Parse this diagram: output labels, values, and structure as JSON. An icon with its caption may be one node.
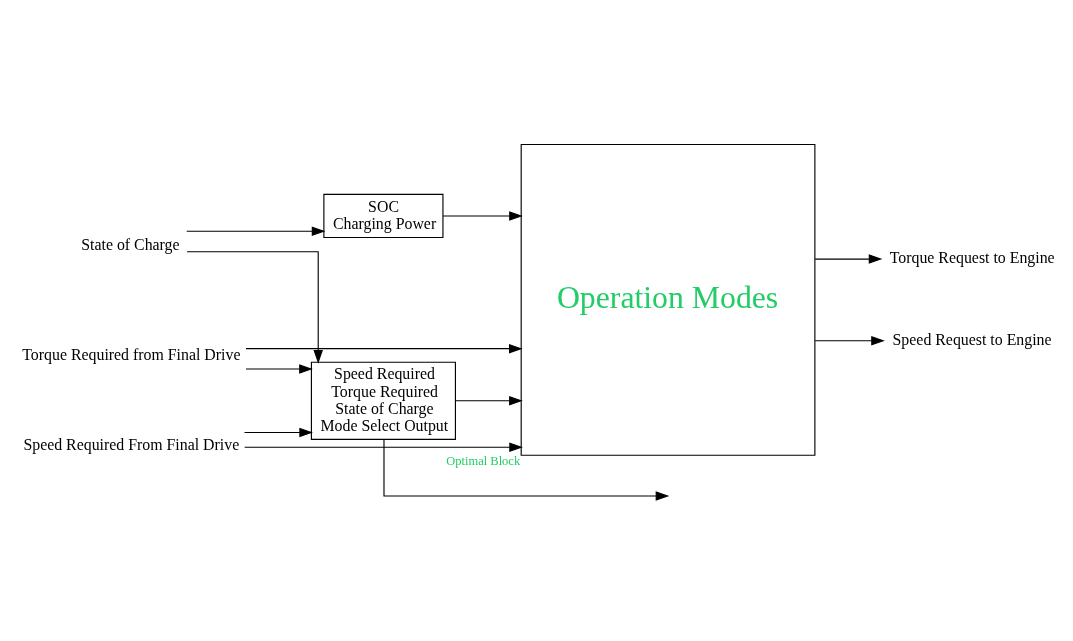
{
  "diagram": {
    "nodes": [
      {
        "text": [
          "State of Charge"
        ]
      },
      {
        "text": [
          "SOC",
          "Charging Power"
        ]
      },
      {
        "text": [
          "Operation Modes"
        ],
        "beside": [
          "Optimal Block"
        ]
      },
      {
        "text": [
          "Torque Required from Final Drive"
        ]
      },
      {
        "text": [
          "Speed Required From Final Drive"
        ]
      },
      {
        "text": [
          "Torque Request to Engine"
        ]
      },
      {
        "text": [
          "Speed Request to Engine"
        ]
      },
      {
        "text": [
          "Speed Required",
          "Torque Required",
          "State of Charge",
          "Mode Select Output"
        ]
      }
    ],
    "edges": [
      {
        "from": 0,
        "to": 1,
        "arrow": "to"
      },
      {
        "from": 0,
        "to": 7,
        "arrow": "to"
      },
      {
        "from": 1,
        "to": 2,
        "arrow": "to"
      },
      {
        "from": 3,
        "to": 2,
        "arrow": "to"
      },
      {
        "from": 3,
        "to": 7,
        "arrow": "to"
      },
      {
        "from": 4,
        "to": 2,
        "arrow": "to"
      },
      {
        "from": 4,
        "to": 7,
        "arrow": "to"
      },
      {
        "from": 2,
        "to": 5,
        "arrow": "to"
      },
      {
        "from": 2,
        "to": 6,
        "arrow": "to"
      },
      {
        "from": 7,
        "to": 2,
        "arrow": "to"
      },
      {
        "from": 7,
        "to": null,
        "arrow": "to"
      }
    ]
  }
}
